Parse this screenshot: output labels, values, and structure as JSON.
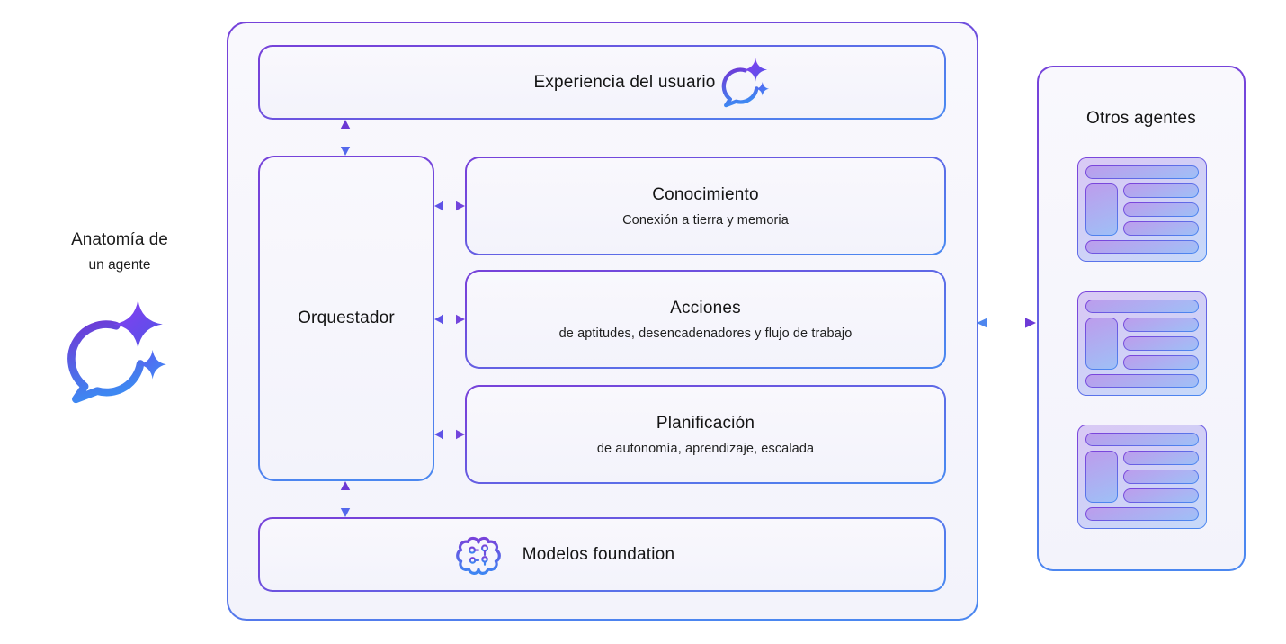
{
  "caption": {
    "line1": "Anatomía de",
    "line2": "un agente"
  },
  "diagram": {
    "user_experience": {
      "label": "Experiencia del usuario"
    },
    "orchestrator": {
      "label": "Orquestador"
    },
    "knowledge": {
      "title": "Conocimiento",
      "subtitle": "Conexión a tierra y memoria"
    },
    "actions": {
      "title": "Acciones",
      "subtitle": "de aptitudes, desencadenadores y flujo de trabajo"
    },
    "planning": {
      "title": "Planificación",
      "subtitle": "de autonomía, aprendizaje, escalada"
    },
    "foundation_models": {
      "label": "Modelos foundation"
    },
    "other_agents": {
      "title": "Otros agentes",
      "agent_window_count": 3
    }
  },
  "icons": {
    "copilot": "copilot-sparkle-chat-icon",
    "brain": "brain-circuit-icon",
    "agent_window": "agent-window-icon"
  },
  "colors": {
    "border_purple": "#7643DA",
    "border_blue": "#4B87F0",
    "arrow_purple": "#6C39D4",
    "arrow_blue": "#5468EC",
    "box_fill": "#F7F6FC",
    "text_primary": "#141414"
  }
}
